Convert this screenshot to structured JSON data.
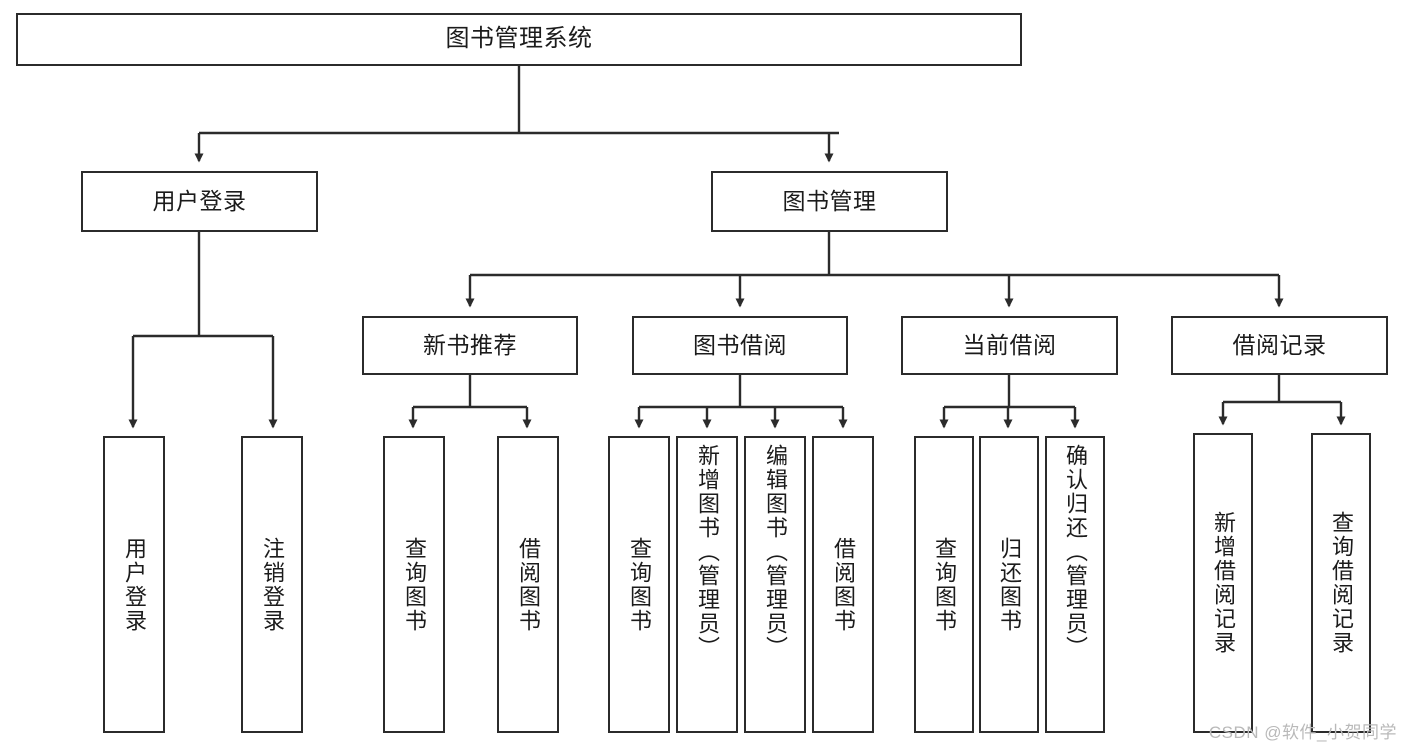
{
  "diagram": {
    "type": "tree",
    "title": "图书管理系统",
    "orientation": "top-down",
    "colors": {
      "node_border": "#2b2b2b",
      "node_fill": "#ffffff",
      "connector": "#2b2b2b",
      "text": "#1b1b1b",
      "watermark": "#b9b9b9"
    },
    "nodes": {
      "root": {
        "label": "图书管理系统"
      },
      "level2": [
        {
          "label": "用户登录"
        },
        {
          "label": "图书管理"
        }
      ],
      "level3": [
        {
          "label": "新书推荐"
        },
        {
          "label": "图书借阅"
        },
        {
          "label": "当前借阅"
        },
        {
          "label": "借阅记录"
        }
      ],
      "leaves": {
        "user_login": [
          {
            "label": "用户登录"
          },
          {
            "label": "注销登录"
          }
        ],
        "new_book_recommend": [
          {
            "label": "查询图书"
          },
          {
            "label": "借阅图书"
          }
        ],
        "book_borrow": [
          {
            "label": "查询图书"
          },
          {
            "label": "新增图书（管理员）"
          },
          {
            "label": "编辑图书（管理员）"
          },
          {
            "label": "借阅图书"
          }
        ],
        "current_borrow": [
          {
            "label": "查询图书"
          },
          {
            "label": "归还图书"
          },
          {
            "label": "确认归还（管理员）"
          }
        ],
        "borrow_record": [
          {
            "label": "新增借阅记录"
          },
          {
            "label": "查询借阅记录"
          }
        ]
      }
    },
    "watermark": "CSDN @软件_小贺同学"
  }
}
